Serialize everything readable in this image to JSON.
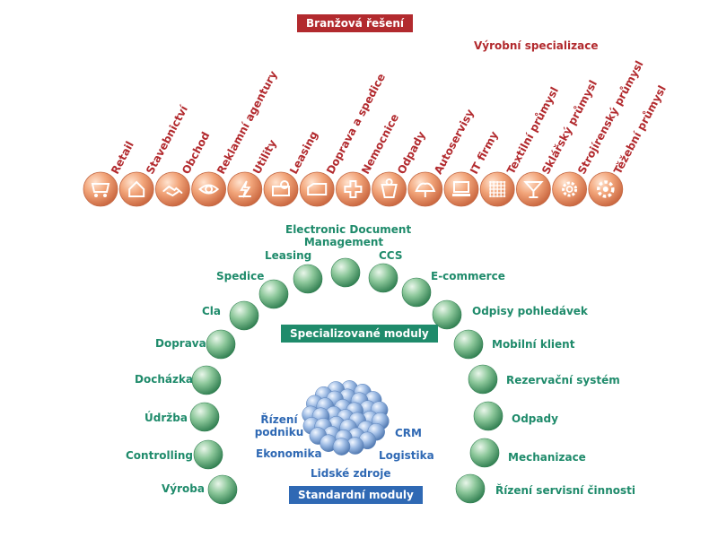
{
  "badges": {
    "industry": "Branžová řešení",
    "specialized": "Specializované moduly",
    "standard": "Standardní moduly"
  },
  "headings": {
    "production": "Výrobní specializace"
  },
  "industries": [
    {
      "label": "Retail",
      "icon": "shopping-cart-icon"
    },
    {
      "label": "Stavebnictví",
      "icon": "house-icon"
    },
    {
      "label": "Obchod",
      "icon": "handshake-icon"
    },
    {
      "label": "Reklamní agentury",
      "icon": "eye-icon"
    },
    {
      "label": "Utility",
      "icon": "lightning-icon"
    },
    {
      "label": "Leasing",
      "icon": "car-icon"
    },
    {
      "label": "Doprava a spedice",
      "icon": "truck-icon"
    },
    {
      "label": "Nemocnice",
      "icon": "medical-cross-icon"
    },
    {
      "label": "Odpady",
      "icon": "waste-bin-icon"
    },
    {
      "label": "Autoservisy",
      "icon": "auto-service-icon"
    },
    {
      "label": "IT firmy",
      "icon": "computer-icon"
    },
    {
      "label": "Textilní průmysl",
      "icon": "textile-icon"
    },
    {
      "label": "Sklářský průmysl",
      "icon": "glass-icon"
    },
    {
      "label": "Strojírenský průmysl",
      "icon": "gear-icon"
    },
    {
      "label": "Těžební průmysl",
      "icon": "mining-gear-icon"
    }
  ],
  "specialized_modules": {
    "left": [
      "Výroba",
      "Controlling",
      "Údržba",
      "Docházka",
      "Doprava",
      "Cla",
      "Spedice",
      "Leasing"
    ],
    "top": [
      "Electronic Document",
      "Management"
    ],
    "right": [
      "CCS",
      "E-commerce",
      "Odpisy pohledávek",
      "Mobilní klient",
      "Rezervační systém",
      "Odpady",
      "Mechanizace",
      "Řízení servisní činnosti"
    ]
  },
  "standard_modules": {
    "rizeni": [
      "Řízení",
      "podniku"
    ],
    "crm": "CRM",
    "ekonomika": "Ekonomika",
    "logistika": "Logistika",
    "lidske_zdroje": "Lidské zdroje"
  },
  "colors": {
    "red": "#b22a2e",
    "green": "#1f8b6b",
    "blue": "#2f69b4",
    "orange_ball": "#e8926a"
  }
}
